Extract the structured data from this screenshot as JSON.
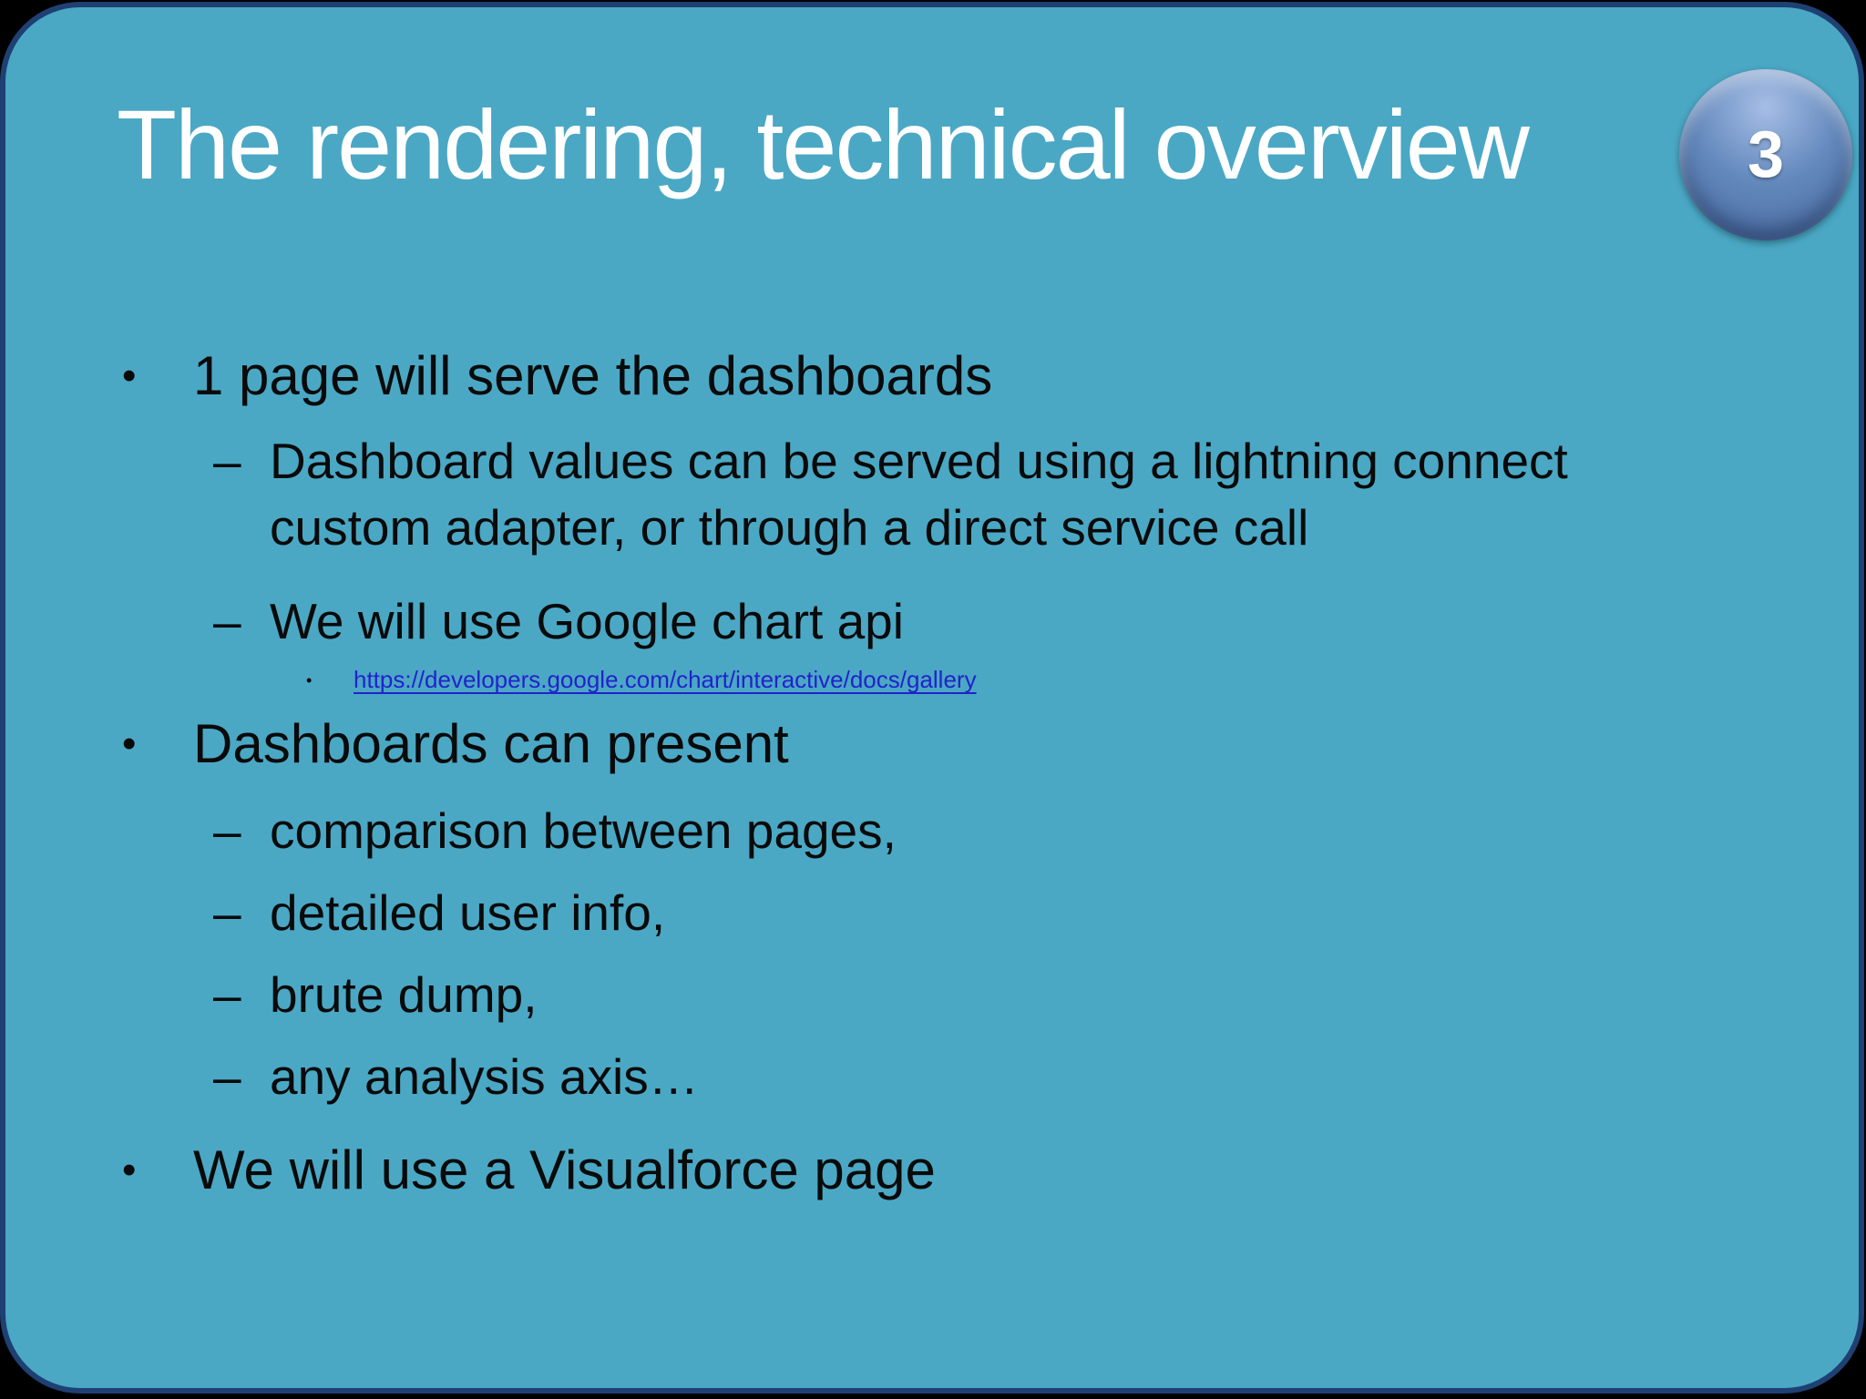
{
  "slide": {
    "title": "The rendering, technical overview",
    "page_badge": "3",
    "bullet_glyphs": {
      "level1": "•",
      "level2": "–",
      "level3": "•"
    },
    "content": {
      "b1": "1 page will serve the dashboards",
      "b1_s1": "Dashboard values can be served using a lightning connect custom adapter, or through a direct service call",
      "b1_s2": "We will use Google chart api",
      "b1_s2_link": "https://developers.google.com/chart/interactive/docs/gallery",
      "b2": "Dashboards can present",
      "b2_s1": "comparison between pages,",
      "b2_s2": "detailed user info,",
      "b2_s3": "brute dump,",
      "b2_s4": "any analysis axis…",
      "b3": "We will use a Visualforce page"
    },
    "colors": {
      "background": "#000000",
      "slide_fill": "#4AA8C5",
      "slide_border": "#1F4072",
      "title_text": "#FFFFFF",
      "body_text": "#0A0A0A",
      "link": "#2222CC",
      "badge_hi": "#A6BEE6",
      "badge_mid": "#6288BC",
      "badge_lo": "#47689D",
      "badge_text": "#FFFFFF"
    }
  }
}
